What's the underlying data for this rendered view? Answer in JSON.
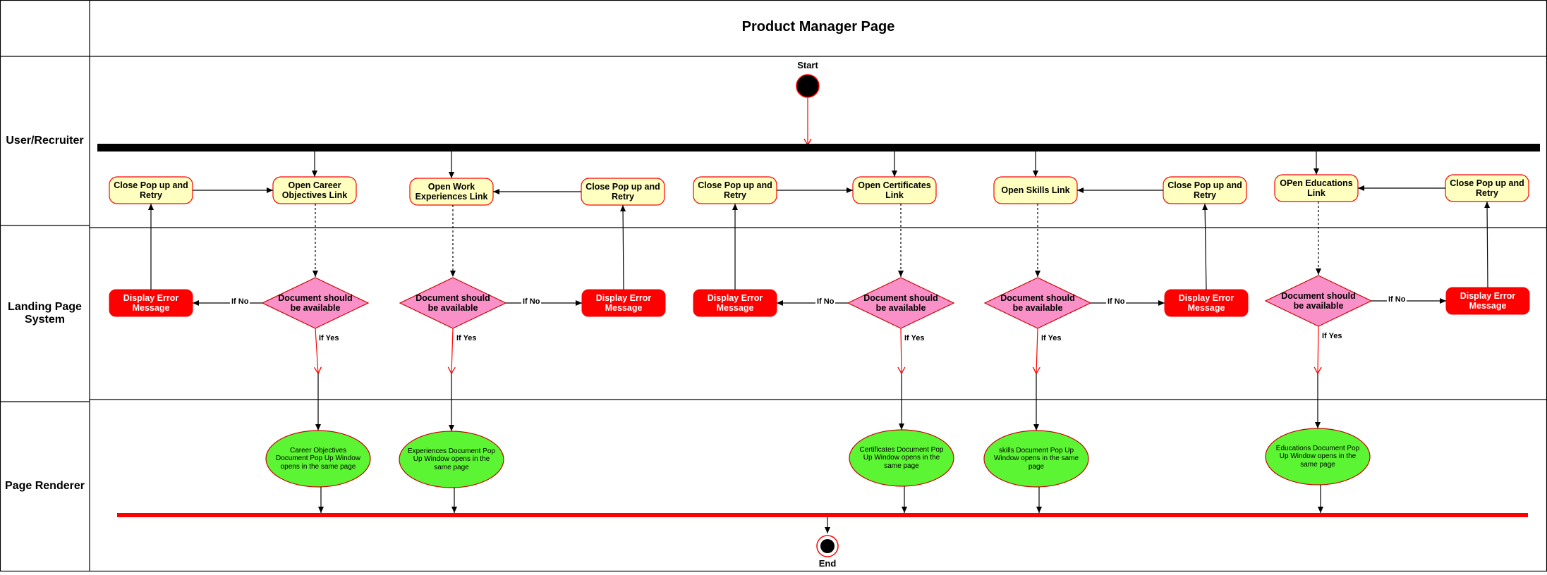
{
  "diagram": {
    "title": "Product Manager Page",
    "lanes": [
      "User/Recruiter",
      "Landing Page System",
      "Page Renderer"
    ],
    "start_label": "Start",
    "end_label": "End",
    "guard_no": "If No",
    "guard_yes": "If Yes",
    "flows": [
      {
        "open": "Open Career Objectives Link",
        "retry": "Close Pop up and Retry",
        "decision": "Document should be available",
        "error": "Display Error Message",
        "result": "Career Objectives Document Pop Up Window opens in the same page"
      },
      {
        "open": "Open Work Experiences  Link",
        "retry": "Close Pop up and Retry",
        "decision": "Document should be available",
        "error": "Display Error Message",
        "result": "Experiences Document Pop Up Window opens in the same page"
      },
      {
        "open": "Open Certificates Link",
        "retry": "Close Pop up and Retry",
        "decision": "Document should be available",
        "error": "Display Error Message",
        "result": "Certificates Document Pop Up Window opens in the same page"
      },
      {
        "open": "Open Skills Link",
        "retry": "Close Pop up and Retry",
        "decision": "Document should be available",
        "error": "Display Error Message",
        "result": "skills Document Pop Up Window opens in the same page"
      },
      {
        "open": "OPen Educations Link",
        "retry": "Close Pop up and Retry",
        "decision": "Document should be available",
        "error": "Display Error Message",
        "result": "Educations Document Pop Up Window opens in the same page"
      }
    ]
  },
  "colors": {
    "activity_fill": "#ffffc0",
    "activity_stroke": "#ff0000",
    "error_fill": "#ff0000",
    "decision_fill": "#f991c8",
    "decision_stroke": "#cc0000",
    "result_fill": "#5bf533",
    "result_stroke": "#cc0000",
    "fork_bar": "#000000",
    "join_bar": "#ff0000",
    "flow_arrow": "#ff0000"
  }
}
